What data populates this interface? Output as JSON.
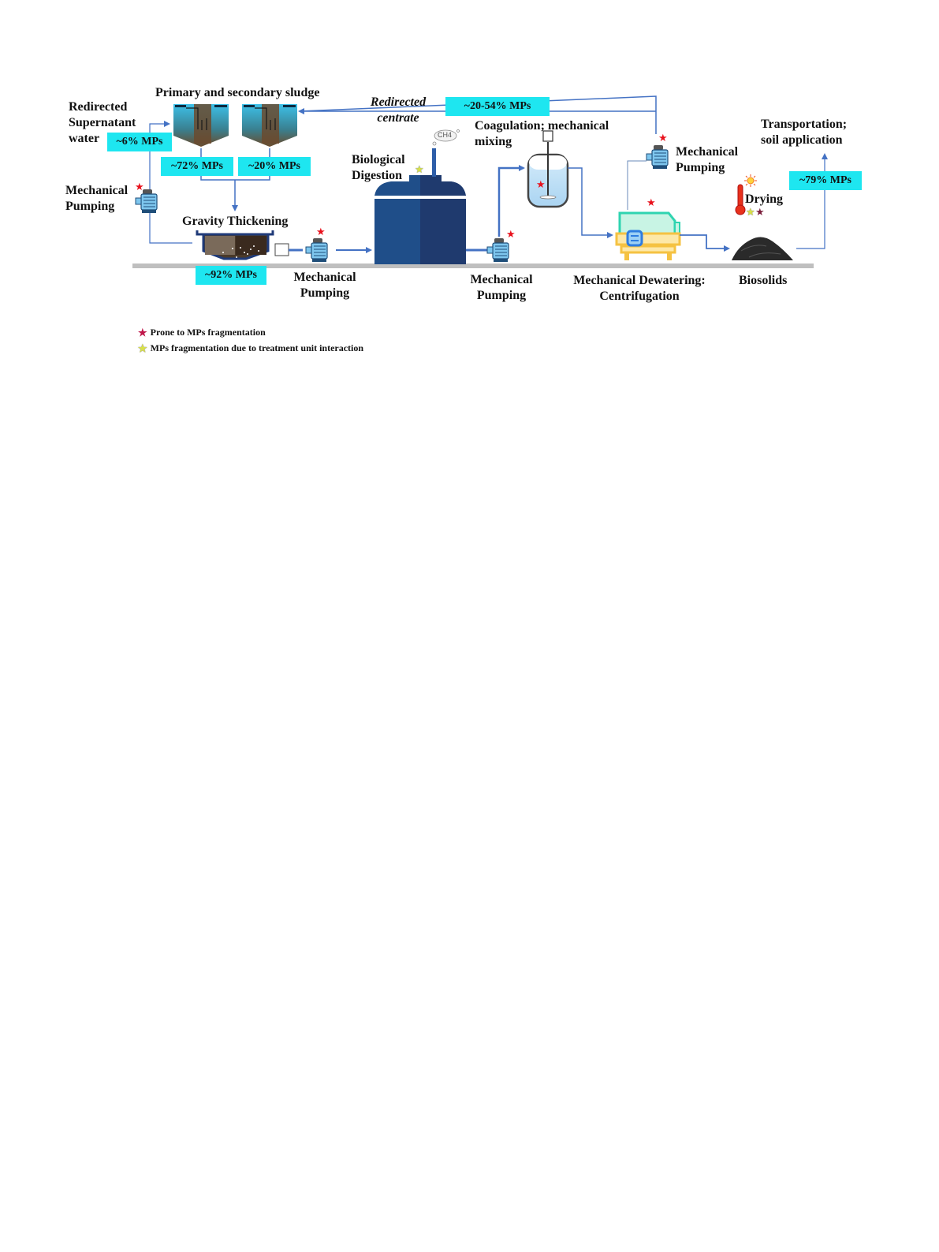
{
  "labels": {
    "primary_secondary_sludge": "Primary and secondary sludge",
    "redirected_supernatant_1": "Redirected",
    "redirected_supernatant_2": "Supernatant",
    "redirected_supernatant_3": "water",
    "redirected_centrate_1": "Redirected",
    "redirected_centrate_2": "centrate",
    "mech_pumping_left_1": "Mechanical",
    "mech_pumping_left_2": "Pumping",
    "gravity_thickening": "Gravity Thickening",
    "mech_pumping_2_1": "Mechanical",
    "mech_pumping_2_2": "Pumping",
    "biological_digestion_1": "Biological",
    "biological_digestion_2": "Digestion",
    "ch4": "CH4",
    "mech_pumping_3_1": "Mechanical",
    "mech_pumping_3_2": "Pumping",
    "coagulation_1": "Coagulation; mechanical",
    "coagulation_2": "mixing",
    "mech_pumping_4_1": "Mechanical",
    "mech_pumping_4_2": "Pumping",
    "dewatering_1": "Mechanical Dewatering:",
    "dewatering_2": "Centrifugation",
    "drying": "Drying",
    "biosolids": "Biosolids",
    "transport_1": "Transportation;",
    "transport_2": "soil application"
  },
  "mp_badges": {
    "supernatant": "~6% MPs",
    "primary": "~72% MPs",
    "secondary": "~20% MPs",
    "thickening": "~92% MPs",
    "centrate": "~20-54%  MPs",
    "biosolids": "~79%  MPs"
  },
  "legend": [
    {
      "symbol": "★",
      "color": "#c0174a",
      "text": "Prone to MPs fragmentation"
    },
    {
      "symbol": "★",
      "color": "#d8e04a",
      "text": "MPs fragmentation due to treatment unit interaction"
    }
  ],
  "colors": {
    "badge": "#1ee6f0",
    "arrow": "#4472c4",
    "ground": "#bfbfbf",
    "digester_light": "#1f4e89",
    "digester_dark": "#1f3a6e",
    "star_red": "#e8111c",
    "star_yellow": "#d8e04a",
    "star_maroon": "#7a1d3a"
  }
}
